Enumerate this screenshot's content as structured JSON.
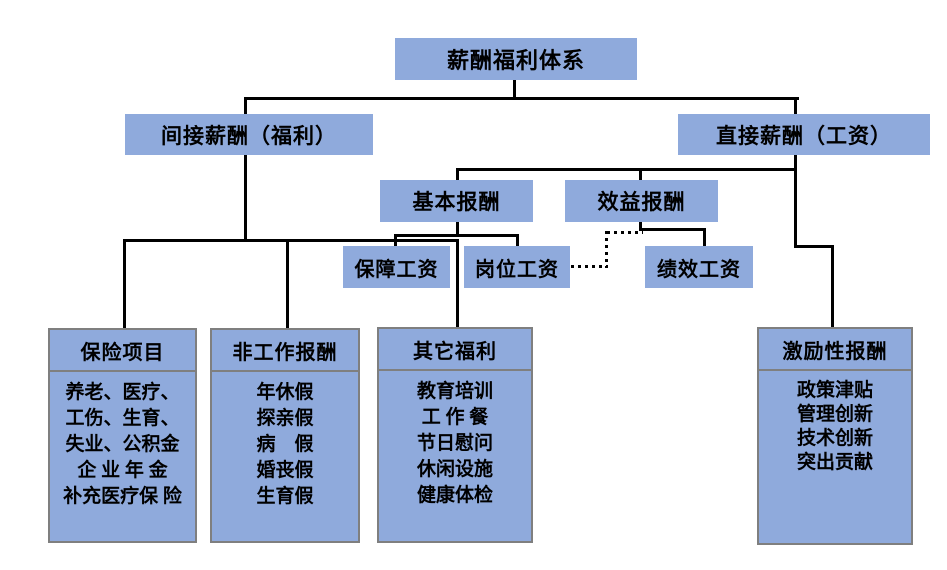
{
  "diagram": {
    "title": "薪酬福利体系",
    "colors": {
      "box_fill": "#8FAADC",
      "box_border": "#7F7F7F",
      "connector": "#000000",
      "background": "#FFFFFF",
      "text": "#000000"
    },
    "nodes": {
      "root": {
        "label": "薪酬福利体系"
      },
      "indirect": {
        "label": "间接薪酬（福利）"
      },
      "direct": {
        "label": "直接薪酬（工资）"
      },
      "basic_pay": {
        "label": "基本报酬"
      },
      "benefit_pay": {
        "label": "效益报酬"
      },
      "guarantee_wage": {
        "label": "保障工资"
      },
      "post_wage": {
        "label": "岗位工资"
      },
      "performance_wage": {
        "label": "绩效工资"
      },
      "insurance": {
        "header": "保险项目",
        "lines": [
          "养老、医疗、",
          "工伤、生育、",
          "失业、公积金",
          "企 业 年 金",
          "补充医疗保 险"
        ]
      },
      "non_work": {
        "header": "非工作报酬",
        "lines": [
          "年休假",
          "探亲假",
          "病　假",
          "婚丧假",
          "生育假"
        ]
      },
      "other_welfare": {
        "header": "其它福利",
        "lines": [
          "教育培训",
          "工 作 餐",
          "节日慰问",
          "休闲设施",
          "健康体检"
        ]
      },
      "incentive": {
        "header": "激励性报酬",
        "lines": [
          "政策津贴",
          "管理创新",
          "技术创新",
          "突出贡献"
        ]
      }
    }
  }
}
